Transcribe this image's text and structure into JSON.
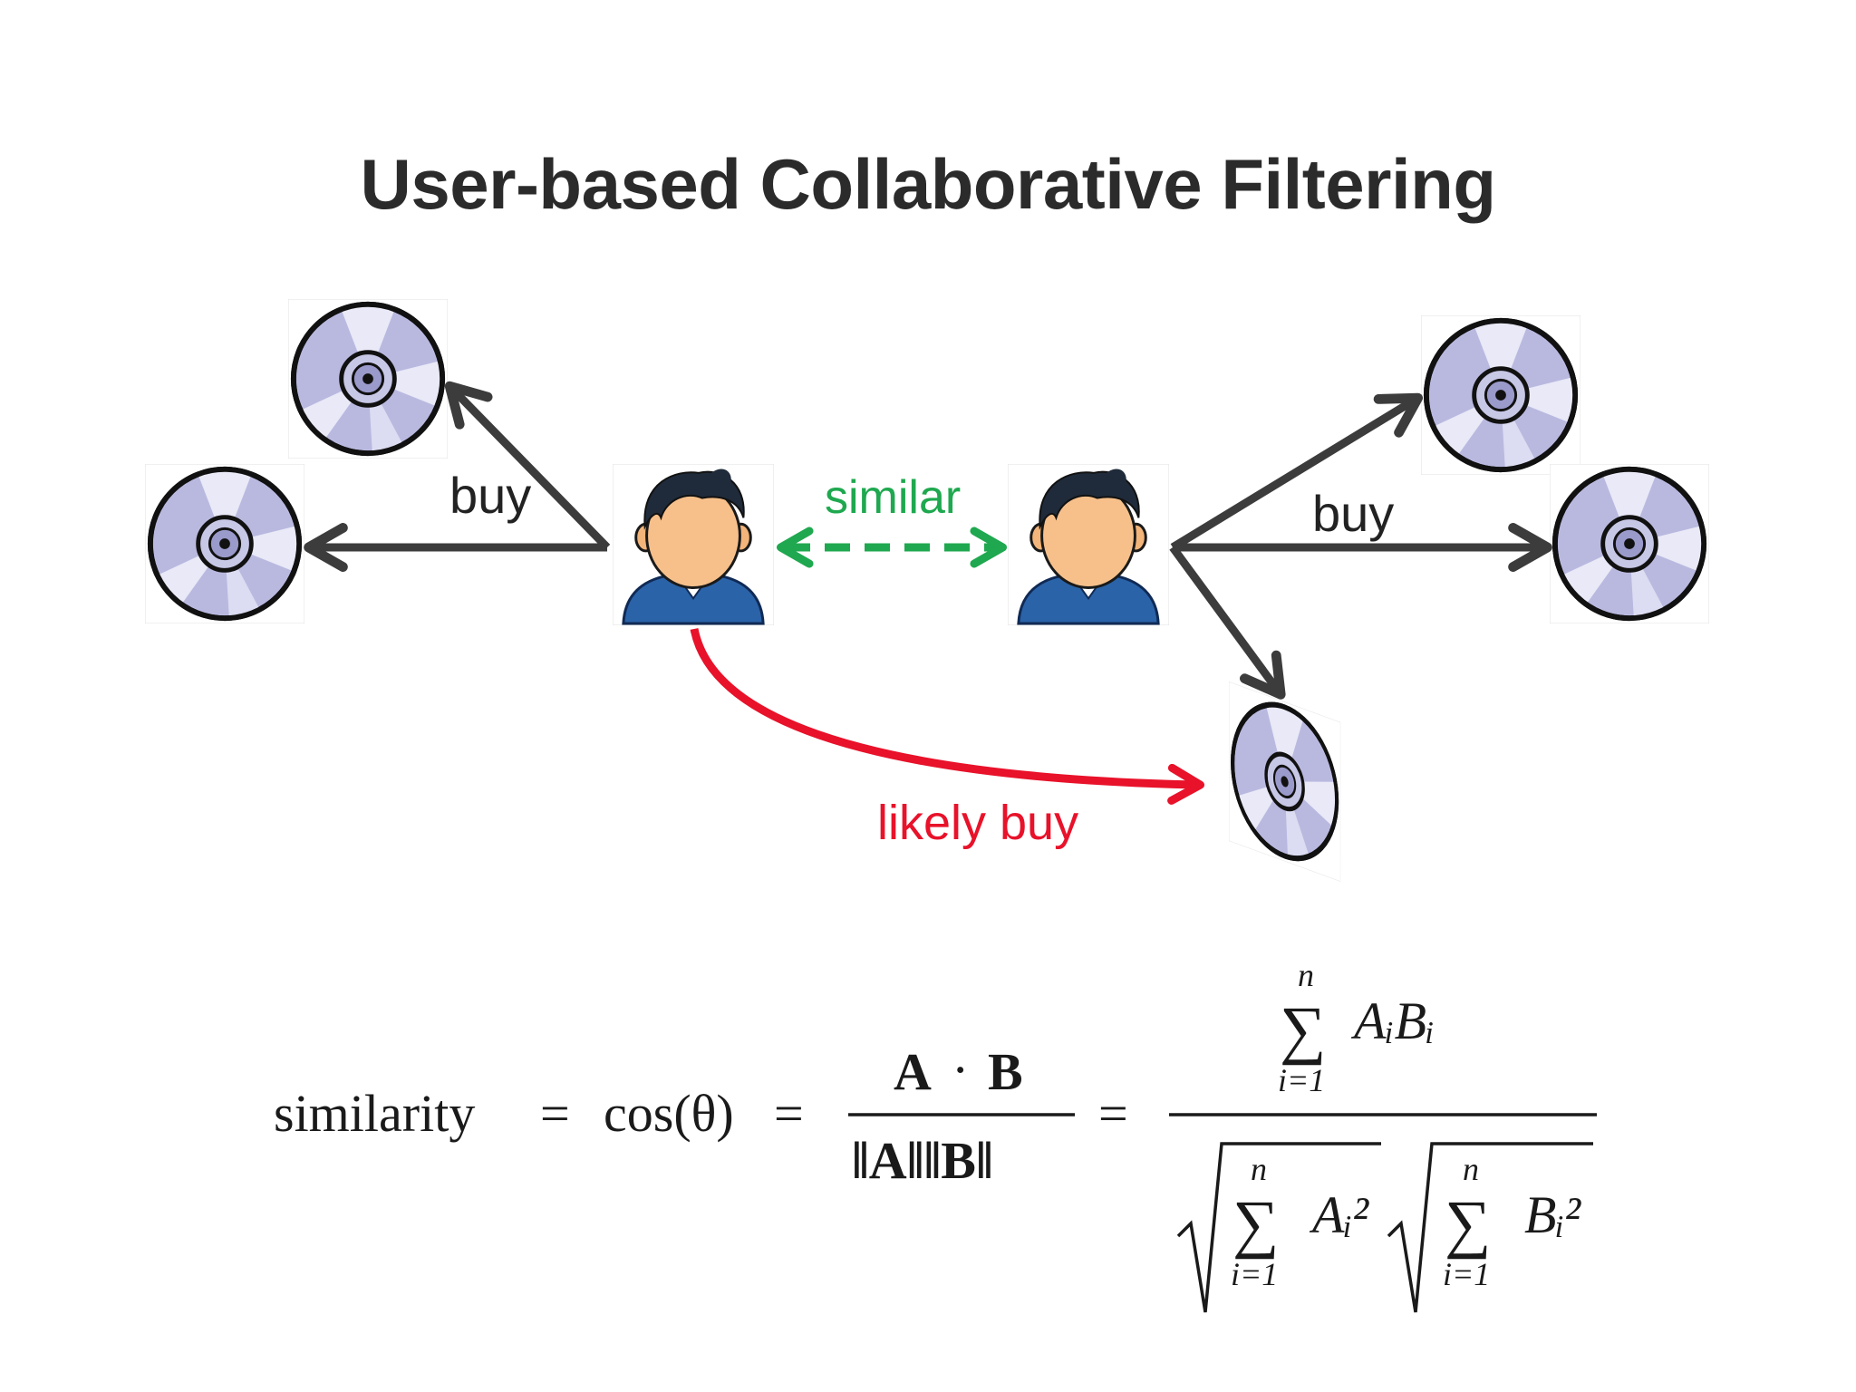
{
  "title": "User-based Collaborative Filtering",
  "labels": {
    "buy_left": "buy",
    "buy_right": "buy",
    "similar": "similar",
    "likely_buy": "likely buy"
  },
  "formula": {
    "lhs_word": "similarity",
    "eq1": "=",
    "cos": "cos(θ)",
    "eq2": "=",
    "num1_a": "A",
    "num1_dot": "·",
    "num1_b": "B",
    "den1": "‖A‖‖B‖",
    "eq3": "=",
    "sum_symbol": "∑",
    "sum_upper": "n",
    "sum_lower": "i=1",
    "num2_term": "AᵢBᵢ",
    "den2_term_a": "Aᵢ²",
    "den2_term_b": "Bᵢ²"
  },
  "colors": {
    "arrow_dark": "#3c3c3c",
    "similar_green": "#1fa84f",
    "likely_red": "#e8122a",
    "title": "#2b2b2b"
  },
  "icons": [
    "cd-icon",
    "user-icon"
  ]
}
